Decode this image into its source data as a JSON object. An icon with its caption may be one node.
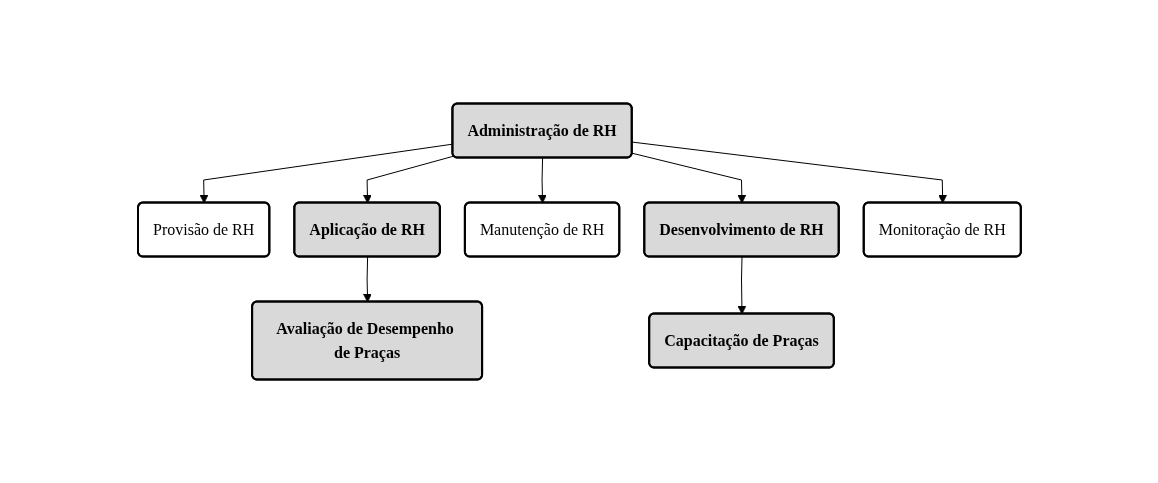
{
  "diagram": {
    "nodes": [
      {
        "text": [
          "Administração de RH"
        ]
      },
      {
        "text": [
          "Provisão de RH"
        ]
      },
      {
        "text": [
          "Aplicação de RH"
        ]
      },
      {
        "text": [
          "Manutenção de RH"
        ]
      },
      {
        "text": [
          "Desenvolvimento de RH"
        ]
      },
      {
        "text": [
          "Monitoração de RH"
        ]
      },
      {
        "text": [
          "Avaliação de Desempenho de Praças"
        ]
      },
      {
        "text": [
          "Capacitação de Praças"
        ]
      }
    ],
    "edges": [
      {
        "from": 0,
        "to": 1,
        "arrow": "to"
      },
      {
        "from": 0,
        "to": 2,
        "arrow": "to"
      },
      {
        "from": 0,
        "to": 3,
        "arrow": "to"
      },
      {
        "from": 0,
        "to": 4,
        "arrow": "to"
      },
      {
        "from": 0,
        "to": 5,
        "arrow": "to"
      },
      {
        "from": 2,
        "to": 6,
        "arrow": "to"
      },
      {
        "from": 4,
        "to": 7,
        "arrow": "to"
      }
    ]
  }
}
